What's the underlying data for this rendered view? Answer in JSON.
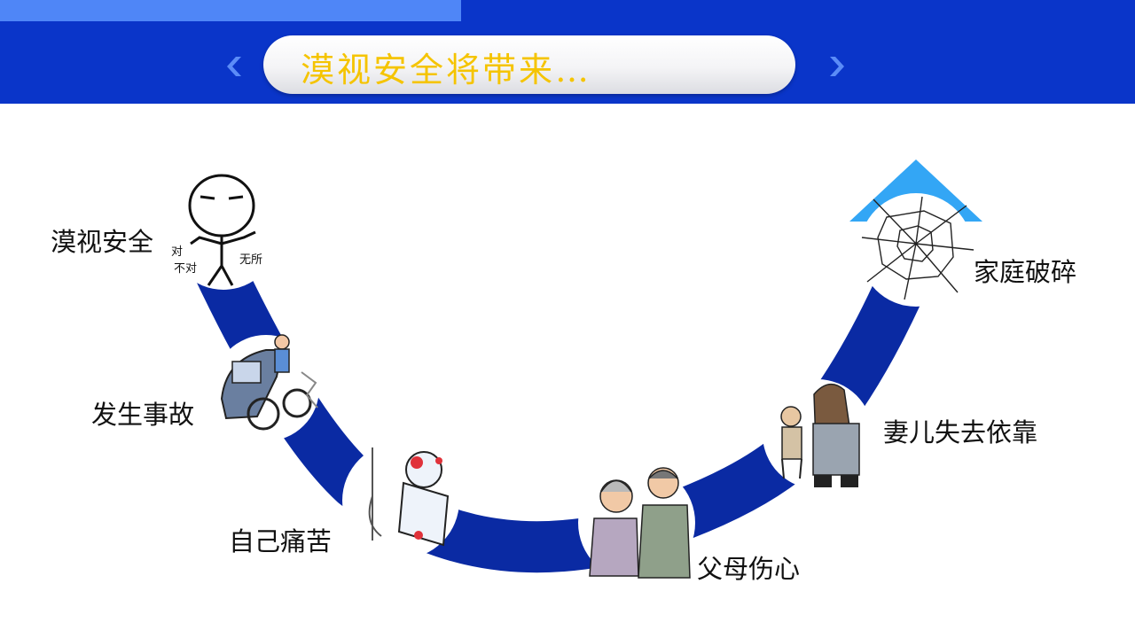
{
  "header": {
    "title": "漠视安全将带来…",
    "colors": {
      "bar": "#0a35c9",
      "accent": "#4f86f7",
      "title_text": "#f5c400",
      "arc": "#0a2aa3",
      "arrow_head": "#33a6f5"
    },
    "nav_icons": [
      "chevron-left-icon",
      "chevron-right-icon"
    ]
  },
  "steps": [
    {
      "label": "漠视安全",
      "icon": "indifferent-stick-figure-icon",
      "annotation_text": [
        "对",
        "不对",
        "无所"
      ]
    },
    {
      "label": "发生事故",
      "icon": "car-bicycle-accident-icon"
    },
    {
      "label": "自己痛苦",
      "icon": "injured-patient-icon"
    },
    {
      "label": "父母伤心",
      "icon": "grieving-parents-icon"
    },
    {
      "label": "妻儿失去依靠",
      "icon": "wife-and-child-icon"
    },
    {
      "label": "家庭破碎",
      "icon": "shattered-glass-icon"
    }
  ]
}
